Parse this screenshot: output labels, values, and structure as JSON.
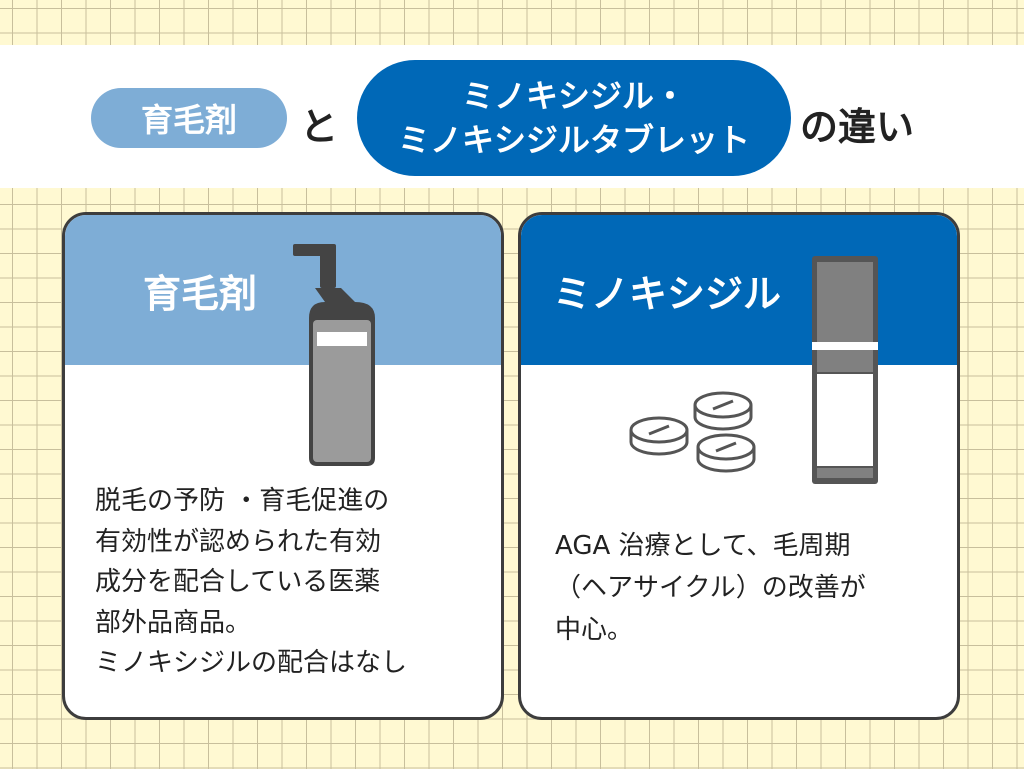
{
  "title": {
    "left_pill": "育毛剤",
    "connector": "と",
    "right_pill_line1": "ミノキシジル・",
    "right_pill_line2": "ミノキシジルタブレット",
    "suffix": "の違い"
  },
  "cards": [
    {
      "heading": "育毛剤",
      "body": "脱毛の予防 ・育毛促進の\n有効性が認められた有効\n成分を配合している医薬\n部外品商品。\nミノキシジルの配合はなし",
      "header_color": "#7eadd6"
    },
    {
      "heading": "ミノキシジル",
      "body": "AGA 治療として、毛周期\n（ヘアサイクル）の改善が\n中心。",
      "header_color": "#0068b7"
    }
  ]
}
